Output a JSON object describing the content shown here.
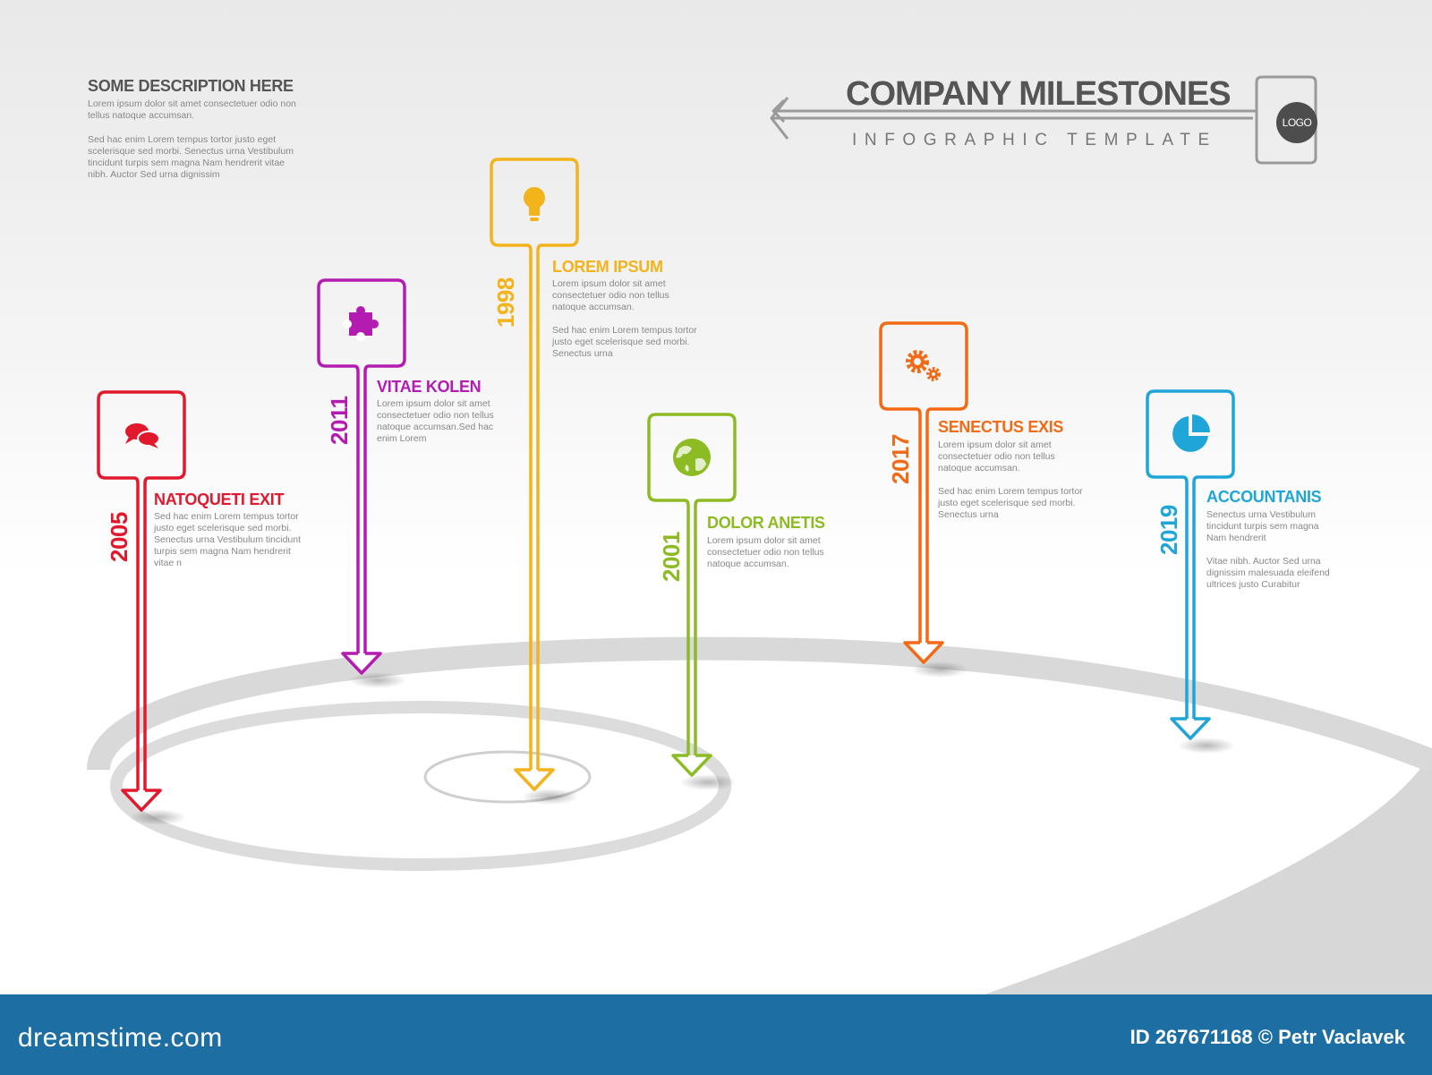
{
  "header": {
    "description_title": "SOME DESCRIPTION HERE",
    "description_p1": "Lorem ipsum dolor sit amet consectetuer odio non tellus natoque accumsan.",
    "description_p2": "Sed hac enim Lorem tempus tortor justo eget scelerisque sed morbi. Senectus urna Vestibulum tincidunt turpis sem magna Nam hendrerit vitae nibh. Auctor Sed urna dignissim",
    "title": "COMPANY MILESTONES",
    "subtitle": "INFOGRAPHIC TEMPLATE",
    "logo_text": "LOGO"
  },
  "milestones": [
    {
      "year": "2005",
      "title": "NATOQUETI EXIT",
      "body": "Sed hac enim Lorem tempus tortor justo eget scelerisque sed morbi. Senectus urna Vestibulum tincidunt turpis sem magna Nam hendrerit vitae n",
      "icon": "speech-bubbles-icon",
      "color": "#e2192c"
    },
    {
      "year": "2011",
      "title": "VITAE KOLEN",
      "body": "Lorem ipsum dolor sit amet consectetuer odio non tellus natoque accumsan.Sed hac enim Lorem",
      "icon": "puzzle-icon",
      "color": "#b41cb1"
    },
    {
      "year": "1998",
      "title": "LOREM IPSUM",
      "body": "Lorem ipsum dolor sit amet consectetuer odio non tellus natoque accumsan.",
      "body2": "Sed hac enim Lorem tempus tortor justo eget scelerisque sed morbi. Senectus urna",
      "icon": "lightbulb-icon",
      "color": "#f2b31b"
    },
    {
      "year": "2001",
      "title": "DOLOR ANETIS",
      "body": "Lorem ipsum dolor sit amet consectetuer odio non tellus natoque accumsan.",
      "icon": "globe-icon",
      "color": "#8dbb24"
    },
    {
      "year": "2017",
      "title": "SENECTUS EXIS",
      "body": "Lorem ipsum dolor sit amet consectetuer odio non tellus natoque accumsan.",
      "body2": "Sed hac enim Lorem tempus tortor justo eget scelerisque sed morbi. Senectus urna",
      "icon": "gears-icon",
      "color": "#f16a16"
    },
    {
      "year": "2019",
      "title": "ACCOUNTANIS",
      "body": "Senectus urna Vestibulum tincidunt turpis sem magna Nam hendrerit",
      "body2": "Vitae nibh. Auctor Sed urna dignissim malesuada eleifend ultrices justo Curabitur",
      "icon": "pie-chart-icon",
      "color": "#1fa5d8"
    }
  ],
  "footer": {
    "site": "dreamstime.com",
    "id_text": "ID 267671168 © Petr Vaclavek",
    "color": "#1d6fa3"
  }
}
